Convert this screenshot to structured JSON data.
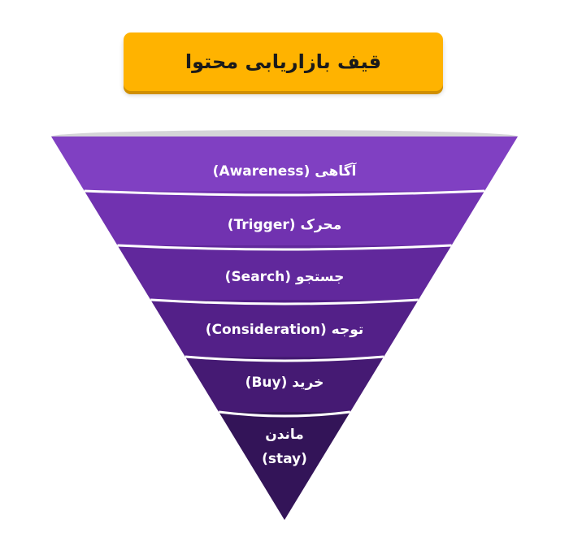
{
  "title": "قیف بازاریابی محتوا",
  "colors": {
    "title_bg": "#FFB300",
    "rim": "#D5D5D8",
    "stage_colors": [
      "#8040C2",
      "#7132B0",
      "#61289C",
      "#532088",
      "#451A73",
      "#331458"
    ]
  },
  "stages": [
    {
      "label": "آگاهی (Awareness)"
    },
    {
      "label": "محرک (Trigger)"
    },
    {
      "label": "جستجو (Search)"
    },
    {
      "label": "توجه (Consideration)"
    },
    {
      "label": "خرید (Buy)"
    },
    {
      "label": "ماندن",
      "label2": "(stay)"
    }
  ]
}
